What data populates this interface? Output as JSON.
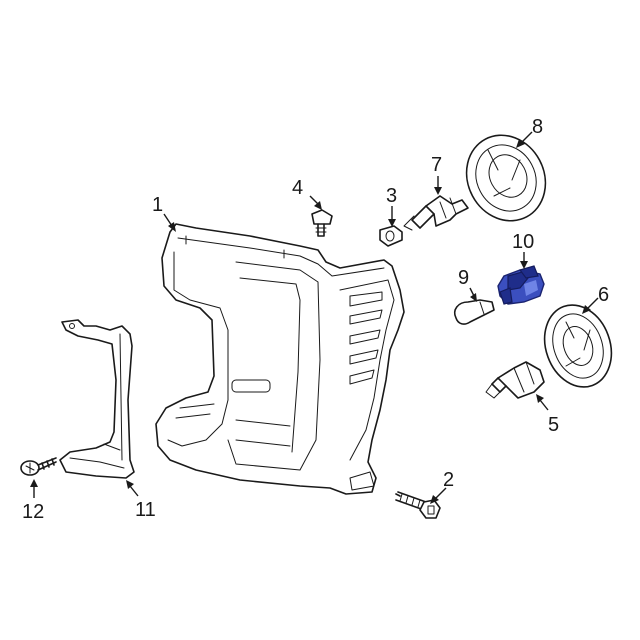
{
  "callouts": {
    "c1": "1",
    "c2": "2",
    "c3": "3",
    "c4": "4",
    "c5": "5",
    "c6": "6",
    "c7": "7",
    "c8": "8",
    "c9": "9",
    "c10": "10",
    "c11": "11",
    "c12": "12"
  },
  "highlight_color": "#3b4fbf",
  "line_color": "#1a1a1a"
}
